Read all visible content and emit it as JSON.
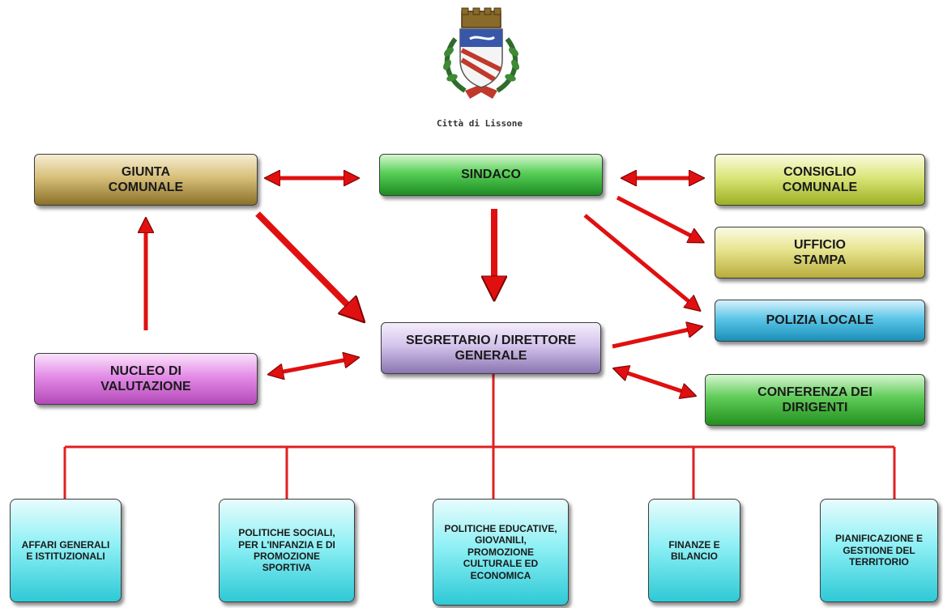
{
  "header": {
    "city_name": "Città di Lissone"
  },
  "colors": {
    "arrow": "#e01010",
    "connector": "#e02020"
  },
  "top_boxes": {
    "giunta": "GIUNTA COMUNALE",
    "sindaco": "SINDACO",
    "consiglio": "CONSIGLIO COMUNALE",
    "ufficio": "UFFICIO STAMPA",
    "polizia": "POLIZIA LOCALE",
    "conferenza": "CONFERENZA DEI DIRIGENTI",
    "segretario": "SEGRETARIO / DIRETTORE GENERALE",
    "nucleo": "NUCLEO DI VALUTAZIONE"
  },
  "departments": [
    "AFFARI GENERALI E ISTITUZIONALI",
    "POLITICHE SOCIALI, PER L'INFANZIA E DI PROMOZIONE SPORTIVA",
    "POLITICHE EDUCATIVE, GIOVANILI, PROMOZIONE CULTURALE ED ECONOMICA",
    "FINANZE E BILANCIO",
    "PIANIFICAZIONE E GESTIONE DEL TERRITORIO"
  ]
}
